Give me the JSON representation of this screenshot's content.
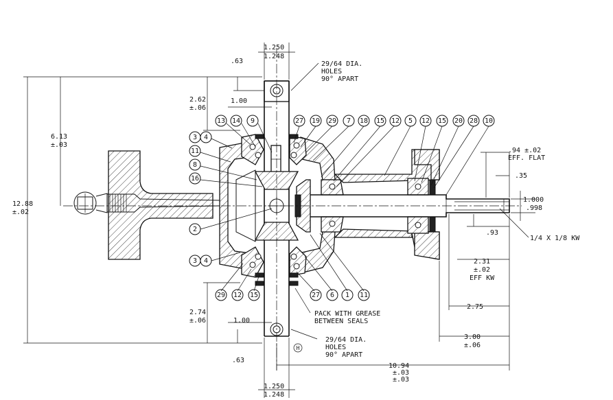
{
  "dimensions": {
    "top_shaft_dia_max": "1.250",
    "top_shaft_dia_min": "1.248",
    "bottom_shaft_dia_max": "1.250",
    "bottom_shaft_dia_min": "1.248",
    "top_hole_offset": ".63",
    "bottom_hole_offset": ".63",
    "top_hole_spacing": "1.00",
    "bottom_hole_spacing": "1.00",
    "top_hole_note_1": "29/64 DIA.",
    "top_hole_note_2": "HOLES",
    "top_hole_note_3": "90° APART",
    "bottom_hole_note_1": "29/64 DIA.",
    "bottom_hole_note_2": "HOLES",
    "bottom_hole_note_3": "90° APART",
    "top_ext": "2.62",
    "top_ext_tol": "±.06",
    "bottom_ext": "2.74",
    "bottom_ext_tol": "±.06",
    "half_height": "6.13",
    "half_height_tol": "±.03",
    "overall_height": "12.88",
    "overall_height_tol": "±.02",
    "flat_length": ".94 ±.02",
    "flat_label": "EFF. FLAT",
    "flat_offset": ".35",
    "output_dia_max": "1.000",
    "output_dia_min": ".998",
    "output_step": ".93",
    "keyway": "1/4 X 1/8 KW",
    "key_length": "2.31",
    "key_length_tol": "±.02",
    "key_label": "EFF KW",
    "output_ext_1": "2.75",
    "output_ext_2": "3.00",
    "output_ext_2_tol": "±.06",
    "overall_length": "10.94",
    "overall_length_tol_1": "±.03",
    "overall_length_tol_2": "±.03",
    "grease_note_1": "PACK WITH GREASE",
    "grease_note_2": "BETWEEN SEALS",
    "mark_h": "H"
  },
  "balloons": {
    "b13": "13",
    "b14": "14",
    "b9": "9",
    "b27a": "27",
    "b19": "19",
    "b29a": "29",
    "b7": "7",
    "b18": "18",
    "b15a": "15",
    "b12a": "12",
    "b5": "5",
    "b12b": "12",
    "b15b": "15",
    "b20": "20",
    "b28": "28",
    "b10": "10",
    "b3a": "3",
    "b4a": "4",
    "b11a": "11",
    "b8": "8",
    "b16": "16",
    "b2": "2",
    "b3b": "3",
    "b4b": "4",
    "b29b": "29",
    "b12c": "12",
    "b15c": "15",
    "b27b": "27",
    "b6": "6",
    "b1": "1",
    "b11b": "11"
  }
}
